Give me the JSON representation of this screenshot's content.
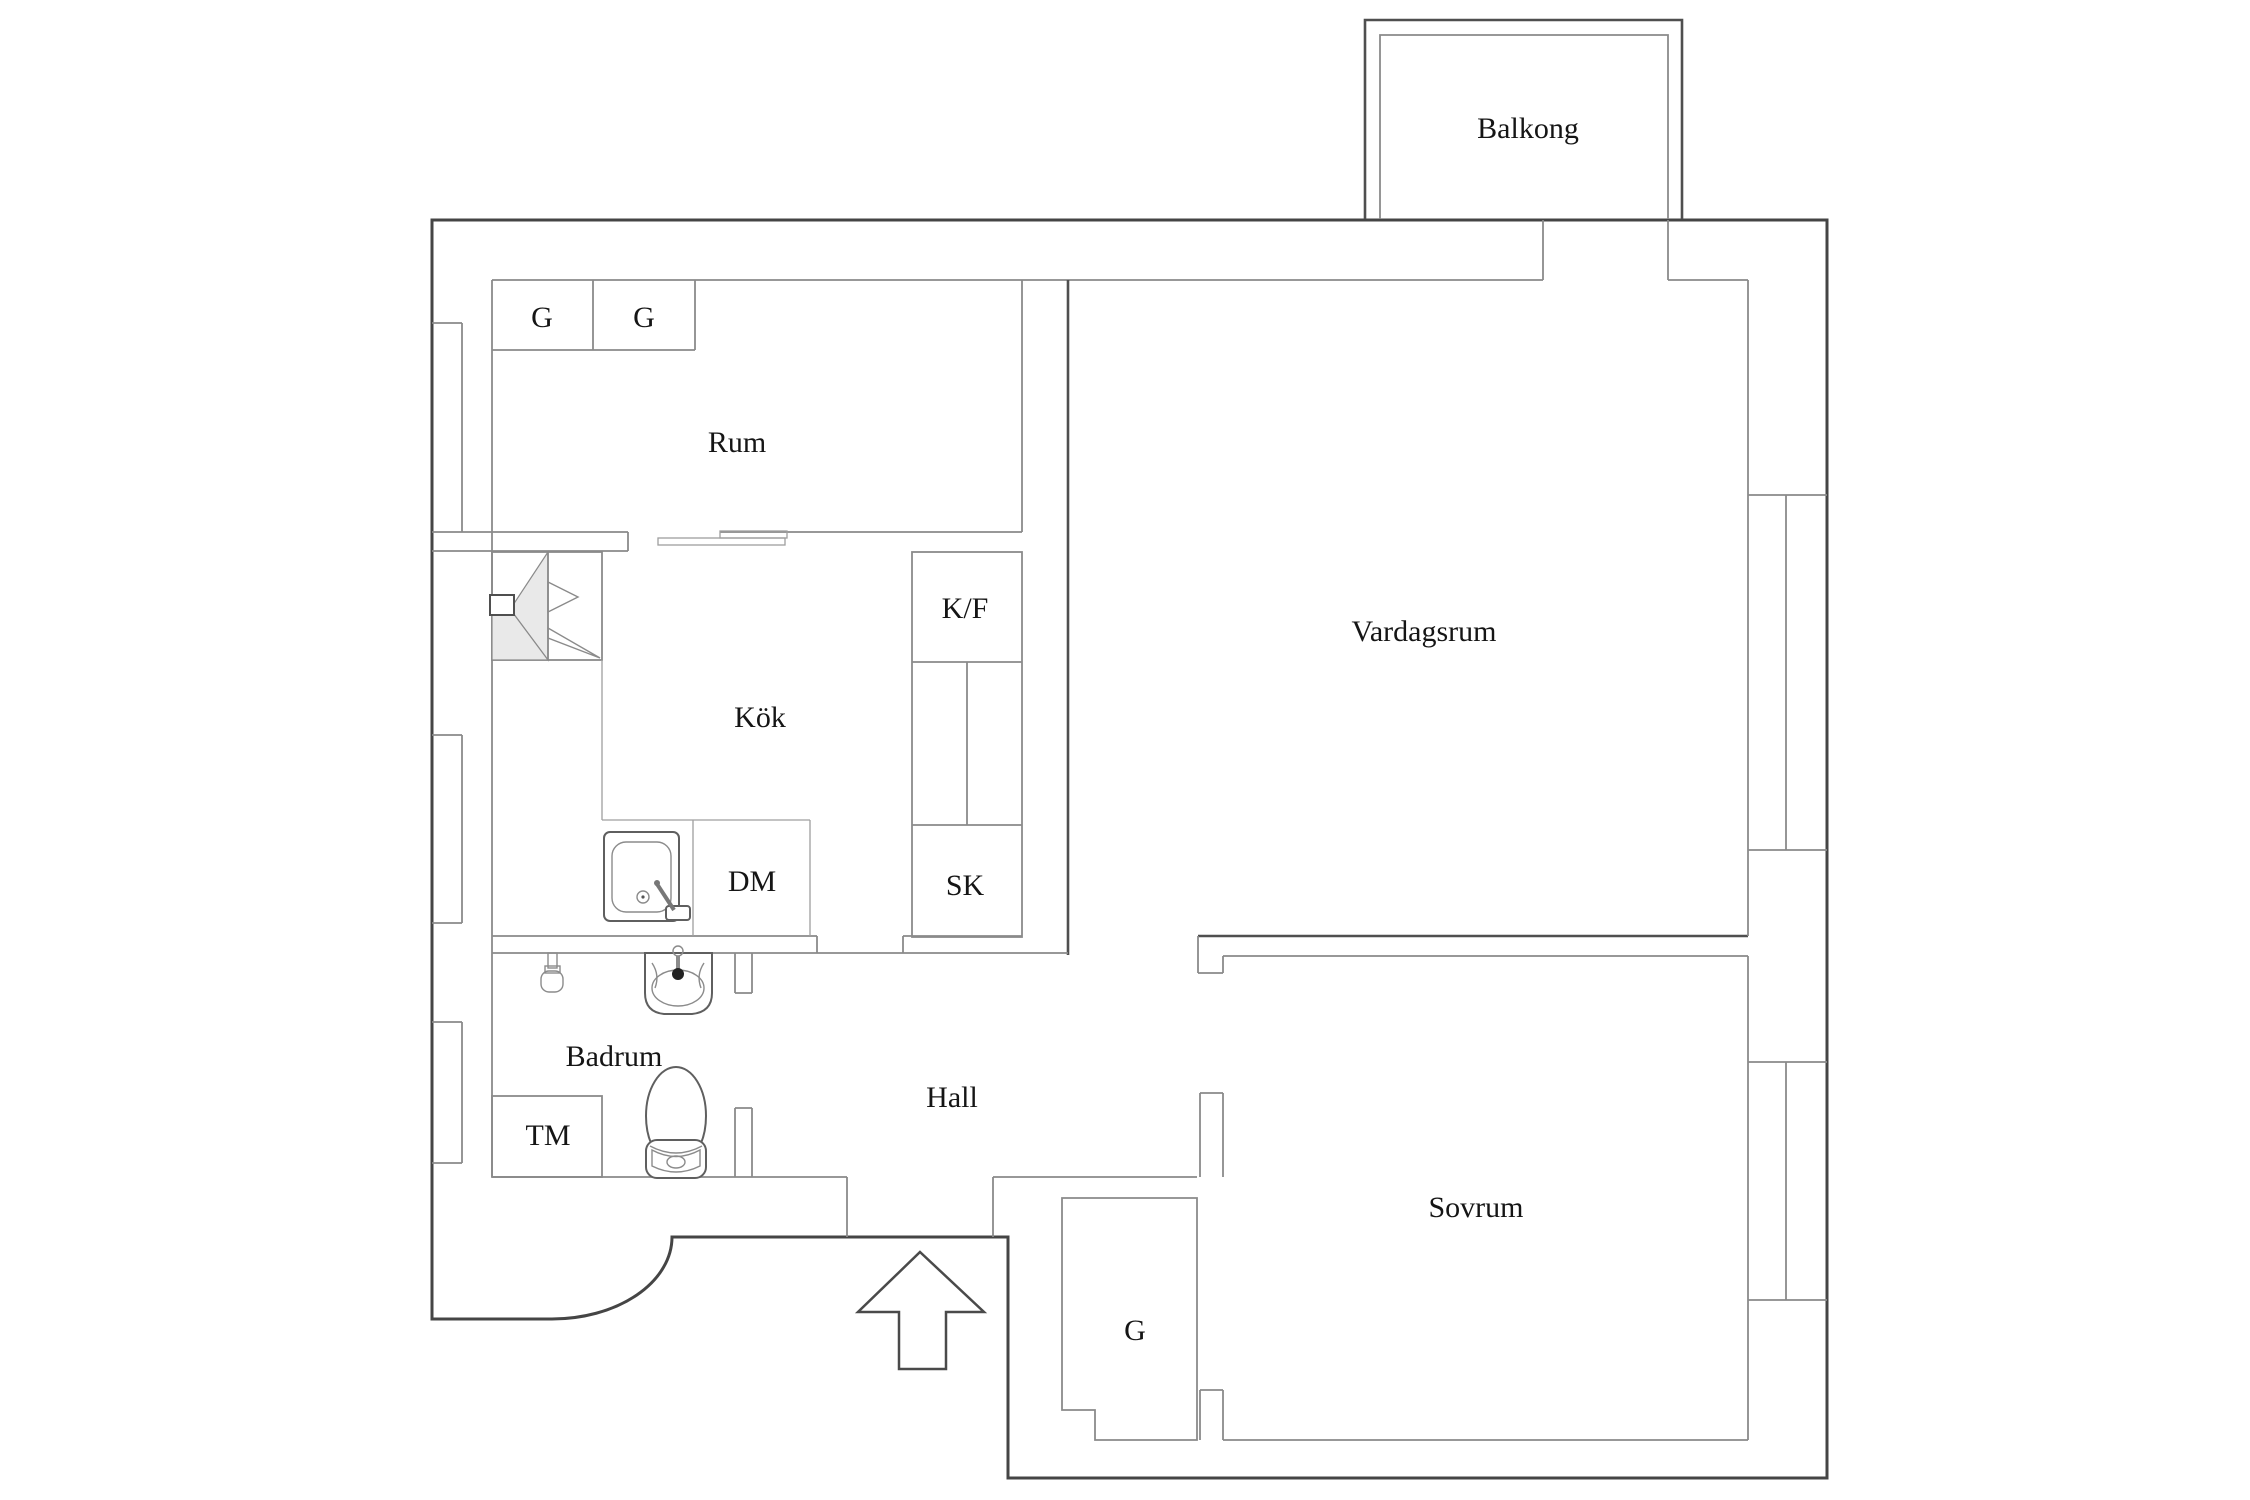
{
  "plan": {
    "type": "apartment-floor-plan",
    "rooms": [
      {
        "id": "balcony",
        "label": "Balkong"
      },
      {
        "id": "closet-g-1",
        "label": "G"
      },
      {
        "id": "closet-g-2",
        "label": "G"
      },
      {
        "id": "room",
        "label": "Rum"
      },
      {
        "id": "fridge-freezer",
        "label": "K/F"
      },
      {
        "id": "living-room",
        "label": "Vardagsrum"
      },
      {
        "id": "kitchen",
        "label": "Kök"
      },
      {
        "id": "dishwasher",
        "label": "DM"
      },
      {
        "id": "tall-cabinet",
        "label": "SK"
      },
      {
        "id": "bathroom",
        "label": "Badrum"
      },
      {
        "id": "hall",
        "label": "Hall"
      },
      {
        "id": "washing-machine",
        "label": "TM"
      },
      {
        "id": "bedroom",
        "label": "Sovrum"
      },
      {
        "id": "closet-g-bedroom",
        "label": "G"
      }
    ],
    "colors": {
      "background": "#ffffff",
      "wall_primary": "#454545",
      "wall_secondary": "#8a8a8a",
      "fixture": "#5f5f5f",
      "label_text": "#151515",
      "closet_shade": "#e9e9e9"
    }
  }
}
